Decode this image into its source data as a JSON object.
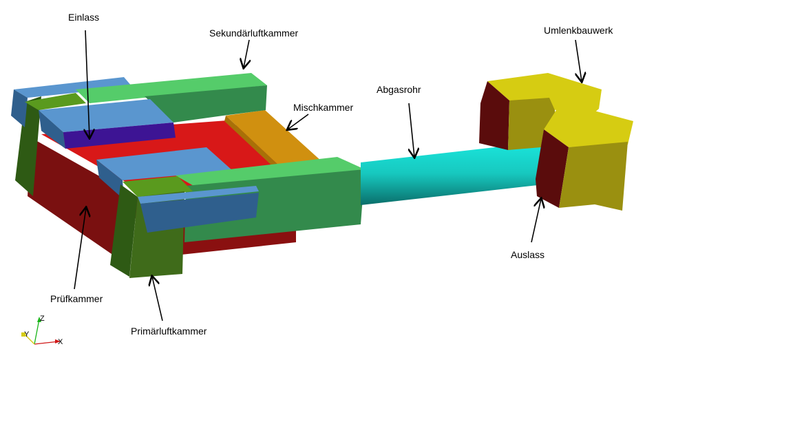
{
  "labels": {
    "einlass": "Einlass",
    "sekundaer": "Sekundärluftkammer",
    "mischkammer": "Mischkammer",
    "abgasrohr": "Abgasrohr",
    "umlenkbauwerk": "Umlenkbauwerk",
    "auslass": "Auslass",
    "pruefkammer": "Prüfkammer",
    "primaer": "Primärluftkammer"
  },
  "axes": {
    "x": "X",
    "y": "Y",
    "z": "Z"
  },
  "colors": {
    "red": "#d81818",
    "dark_red": "#7a1010",
    "green_top": "#55cc6a",
    "green_side": "#338a4c",
    "olive_green": "#3f6b1a",
    "bright_olive": "#5a9a1e",
    "blue_top": "#5a96cf",
    "blue_side": "#2f5f8d",
    "purple": "#3d1494",
    "orange": "#d09010",
    "cyan": "#1ad6cc",
    "yellow": "#d6cc12",
    "olive_yellow": "#9a9010",
    "maroon": "#5a0c0c"
  }
}
